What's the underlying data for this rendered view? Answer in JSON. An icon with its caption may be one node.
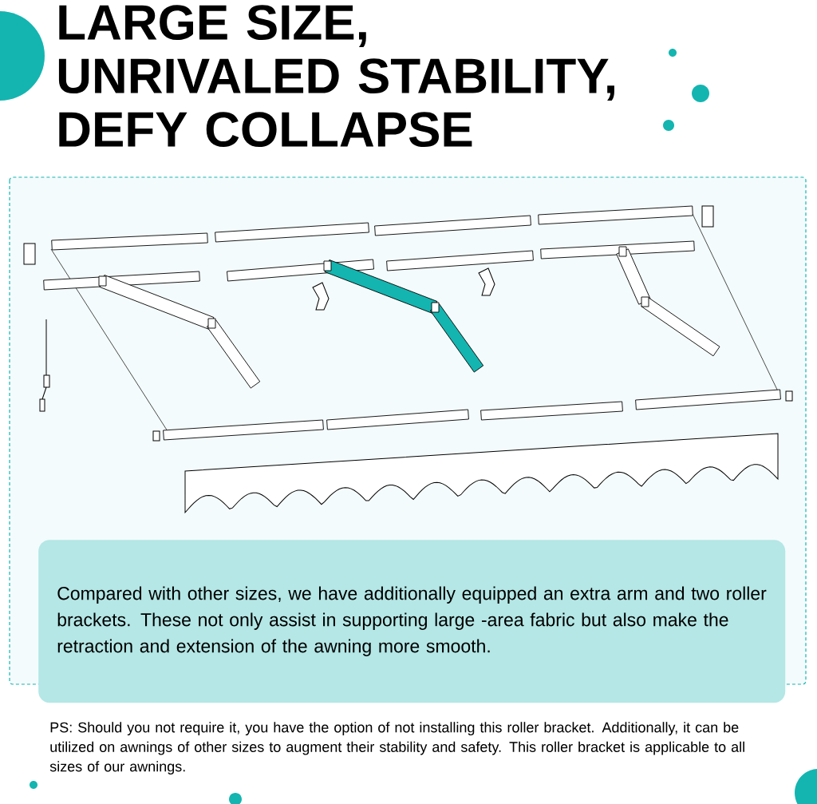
{
  "diagram": {
    "title": "LARGE SIZE, UNRIVALED STABILITY, DEFY COLLAPSE",
    "nodes": [
      {
        "text": [
          "Compared with other sizes, we have additionally equipped an extra arm and two roller brackets. These not only assist in supporting large -area fabric but also make the retraction and extension of the awning more smooth."
        ]
      }
    ],
    "labels": [
      "PS: Should you not require it, you have the option of not installing this roller bracket. Additionally, it can be utilized on awnings of other sizes to augment their stability and safety. This roller bracket is applicable to all sizes of our awnings."
    ]
  }
}
